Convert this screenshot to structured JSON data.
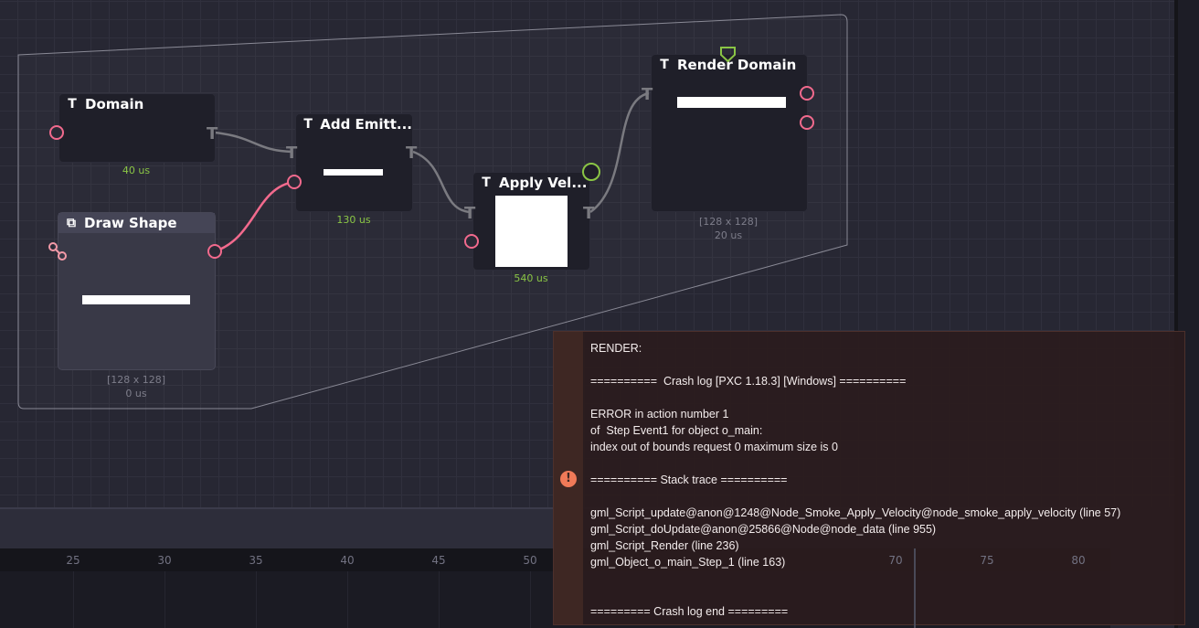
{
  "nodes": [
    {
      "title": "Domain",
      "time": "40 us"
    },
    {
      "title": "Draw Shape",
      "dims": "[128 x 128]",
      "time": "0 us"
    },
    {
      "title": "Add Emitt...",
      "time": "130 us"
    },
    {
      "title": "Apply Vel...",
      "time": "540 us"
    },
    {
      "title": "Render Domain",
      "dims": "[128 x 128]",
      "time": "20 us"
    }
  ],
  "timeline": {
    "ticks": [
      "25",
      "30",
      "35",
      "40",
      "45",
      "50",
      "70",
      "75",
      "80"
    ]
  },
  "crash_log": {
    "lines": [
      "RENDER:",
      "",
      "==========  Crash log [PXC 1.18.3] [Windows] ==========",
      "",
      "ERROR in action number 1",
      "of  Step Event1 for object o_main:",
      "index out of bounds request 0 maximum size is 0",
      "",
      "========== Stack trace ==========",
      "",
      "gml_Script_update@anon@1248@Node_Smoke_Apply_Velocity@node_smoke_apply_velocity (line 57)",
      "gml_Script_doUpdate@anon@25866@Node@node_data (line 955)",
      "gml_Script_Render (line 236)",
      "gml_Object_o_main_Step_1 (line 163)",
      "",
      "",
      "========= Crash log end ========="
    ],
    "icon": "!"
  },
  "colors": {
    "accent": "#f26a8d",
    "time": "#8ac545",
    "error": "#f07a58"
  }
}
